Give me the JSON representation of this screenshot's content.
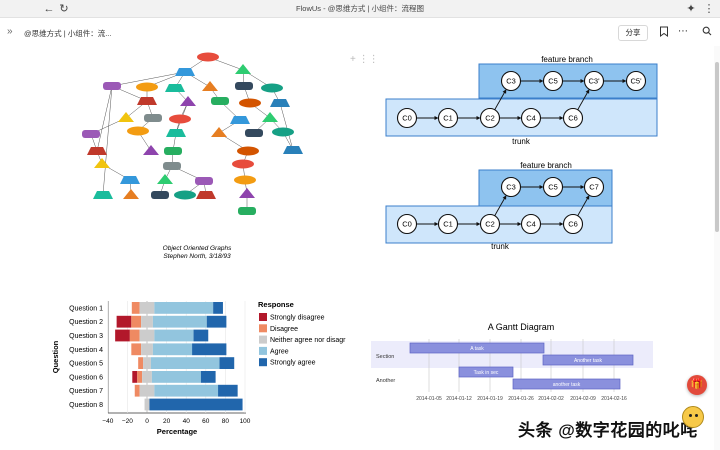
{
  "window": {
    "title": "FlowUs - @思维方式 | 小组件：流程图",
    "back_icon": "arrow-left",
    "forward_icon": "arrow-right",
    "reload_icon": "reload"
  },
  "doc": {
    "breadcrumb": "@思维方式 | 小组件：流...",
    "share_label": "分享"
  },
  "graph": {
    "caption_line1": "Object Oriented Graphs",
    "caption_line2": "Stephen North, 3/18/93"
  },
  "git_top": {
    "branch_label": "feature branch",
    "trunk_label": "trunk",
    "trunk_nodes": [
      "C0",
      "C1",
      "C2",
      "C4",
      "C6"
    ],
    "branch_nodes": [
      "C3",
      "C5",
      "C3'",
      "C5'"
    ]
  },
  "git_bottom": {
    "branch_label": "feature branch",
    "trunk_label": "trunk",
    "trunk_nodes": [
      "C0",
      "C1",
      "C2",
      "C4",
      "C6"
    ],
    "branch_nodes": [
      "C3",
      "C5",
      "C7"
    ]
  },
  "likert": {
    "legend_title": "Response",
    "legend_items": [
      "Strongly disagree",
      "Disagree",
      "Neither agree nor disagr",
      "Agree",
      "Strongly agree"
    ],
    "ylabel": "Question",
    "xlabel": "Percentage",
    "xticks": [
      "−40",
      "−20",
      "0",
      "20",
      "40",
      "60",
      "80",
      "100"
    ]
  },
  "gantt": {
    "title": "A Gantt Diagram",
    "section_label": "Section",
    "another_label": "Another",
    "tasks": [
      "A task",
      "Another task",
      "Task in sec",
      "another task"
    ],
    "dates": [
      "2014-01-05",
      "2014-01-12",
      "2014-01-19",
      "2014-01-26",
      "2014-02-02",
      "2014-02-09",
      "2014-02-16"
    ]
  },
  "watermark": "头条 @数字花园的叱咤",
  "chart_data": {
    "type": "bar",
    "title": "",
    "xlabel": "Percentage",
    "ylabel": "Question",
    "xlim": [
      -40,
      100
    ],
    "categories": [
      "Question 1",
      "Question 2",
      "Question 3",
      "Question 4",
      "Question 5",
      "Question 6",
      "Question 7",
      "Question 8"
    ],
    "series": [
      {
        "name": "Strongly disagree",
        "values": [
          0,
          15,
          15,
          0,
          0,
          5,
          0,
          0
        ]
      },
      {
        "name": "Disagree",
        "values": [
          8,
          10,
          10,
          10,
          5,
          5,
          5,
          0
        ]
      },
      {
        "name": "Neither agree nor disagr",
        "values": [
          15,
          12,
          15,
          12,
          8,
          10,
          15,
          5
        ]
      },
      {
        "name": "Agree",
        "values": [
          60,
          55,
          40,
          40,
          70,
          50,
          65,
          0
        ]
      },
      {
        "name": "Strongly agree",
        "values": [
          10,
          20,
          15,
          35,
          15,
          15,
          20,
          95
        ]
      }
    ],
    "colors": [
      "#b2182b",
      "#ef8a62",
      "#cccccc",
      "#92c5de",
      "#2166ac"
    ]
  }
}
